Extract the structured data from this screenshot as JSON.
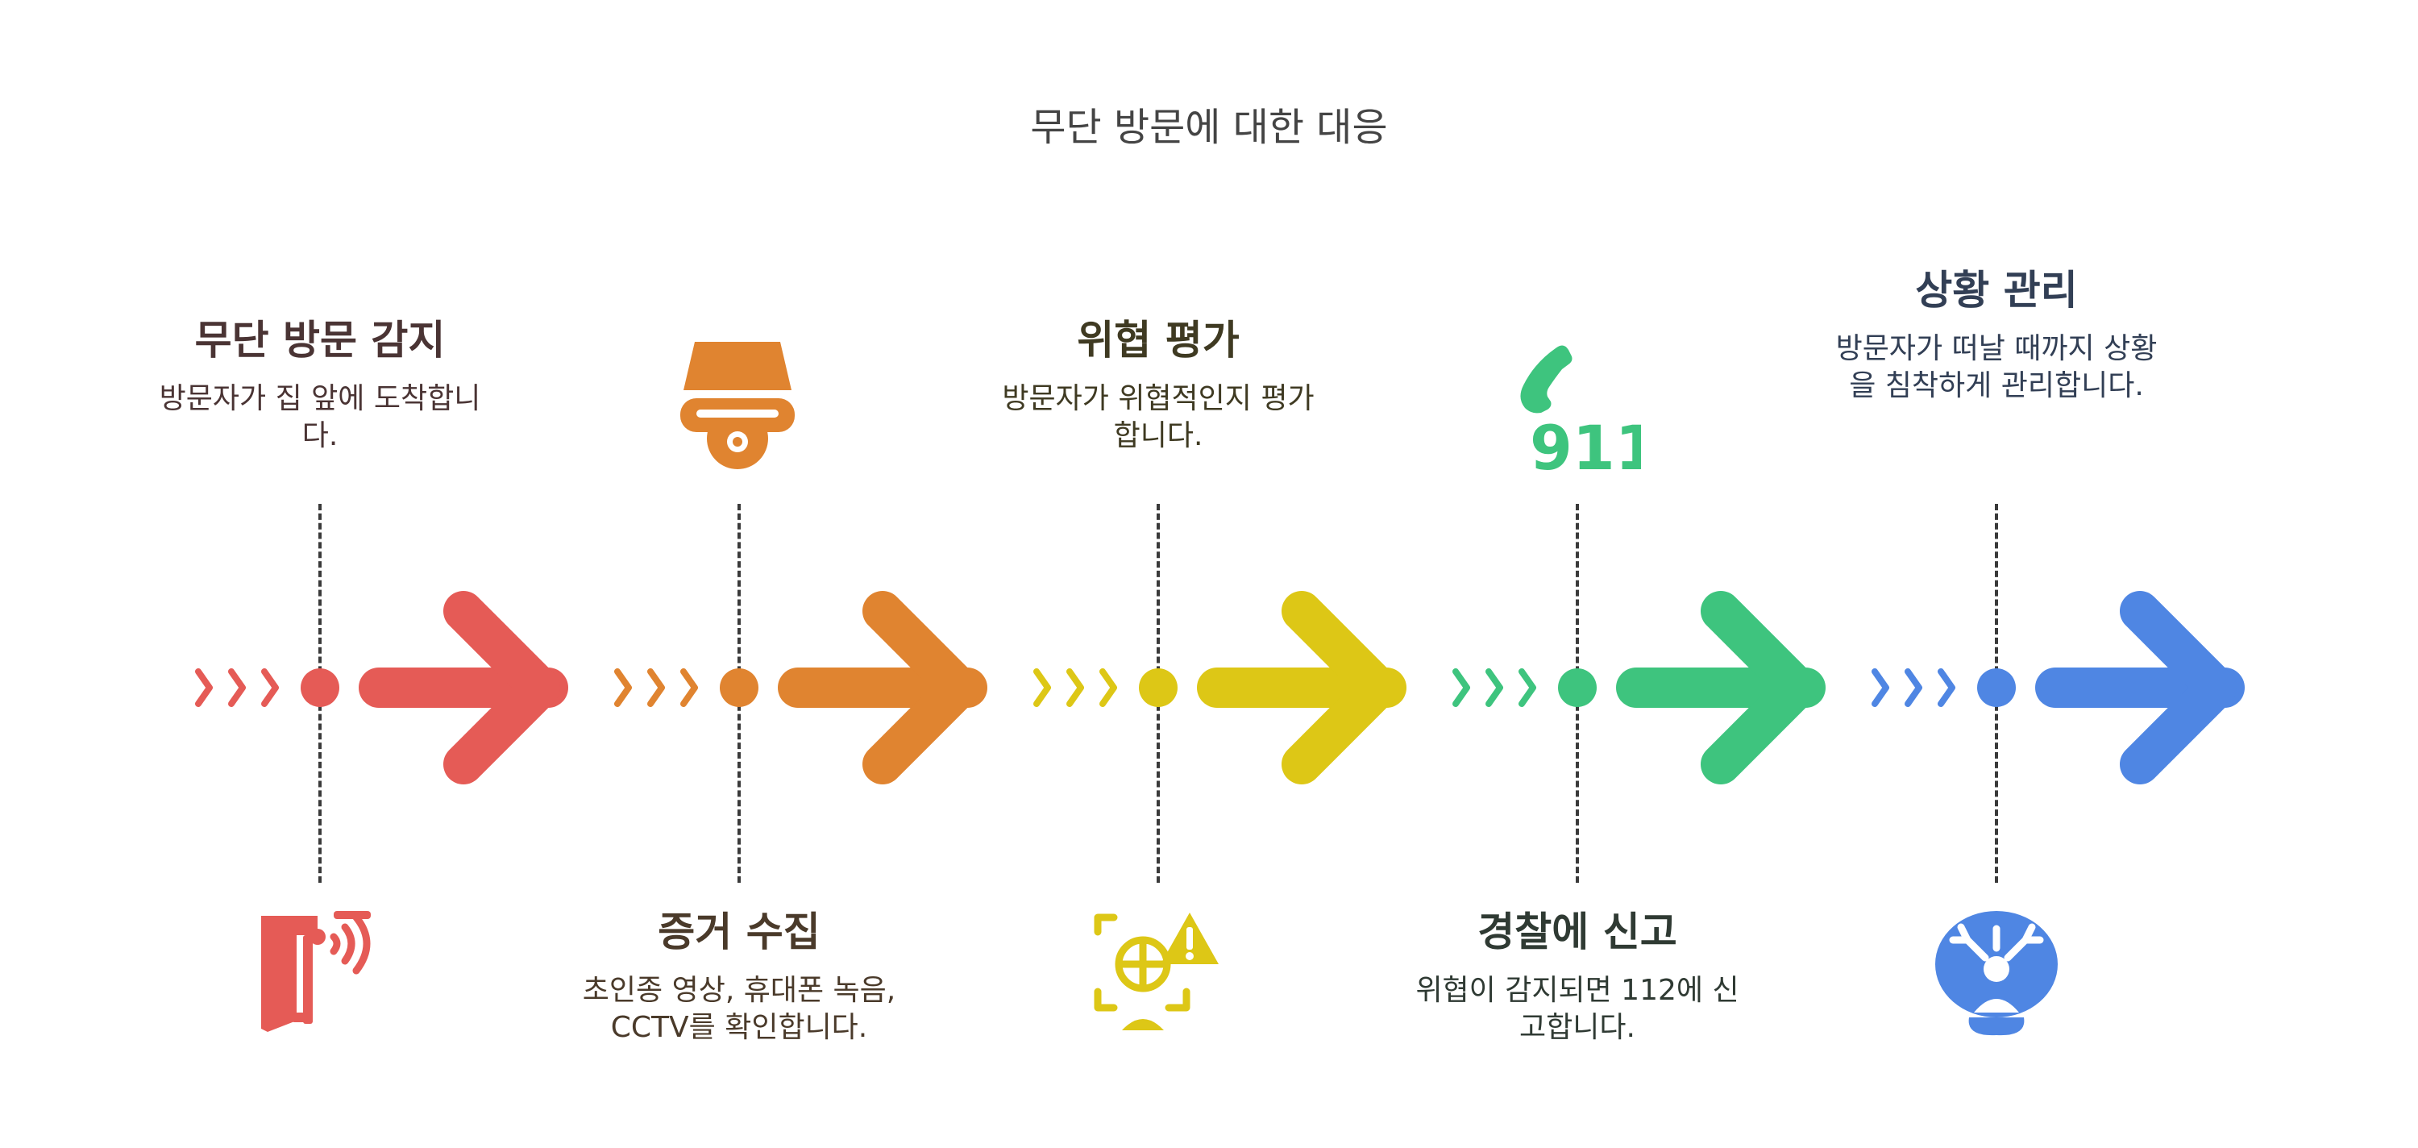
{
  "title": "무단 방문에 대한 대응",
  "steps": [
    {
      "heading": "무단 방문 감지",
      "description": "방문자가 집 앞에 도착합니다.",
      "color": "#E55B56",
      "text_color": "#4A3434",
      "icon": "door-sensor-icon",
      "text_position": "top"
    },
    {
      "heading": "증거 수집",
      "description": "초인종 영상, 휴대폰 녹음, CCTV를 확인합니다.",
      "color": "#E08430",
      "text_color": "#4A3A2A",
      "icon": "security-camera-icon",
      "text_position": "bottom"
    },
    {
      "heading": "위협 평가",
      "description": "방문자가 위협적인지 평가합니다.",
      "color": "#DDC716",
      "text_color": "#3F3A22",
      "icon": "threat-target-warning-icon",
      "text_position": "top"
    },
    {
      "heading": "경찰에 신고",
      "description": "위협이 감지되면 112에 신고합니다.",
      "color": "#3EC47E",
      "text_color": "#2F3A33",
      "icon": "phone-911-icon",
      "icon_text": "911",
      "text_position": "bottom"
    },
    {
      "heading": "상황 관리",
      "description": "방문자가 떠날 때까지 상황을 침착하게 관리합니다.",
      "color": "#4F86E3",
      "text_color": "#323F55",
      "icon": "calm-person-icon",
      "text_position": "top"
    }
  ]
}
